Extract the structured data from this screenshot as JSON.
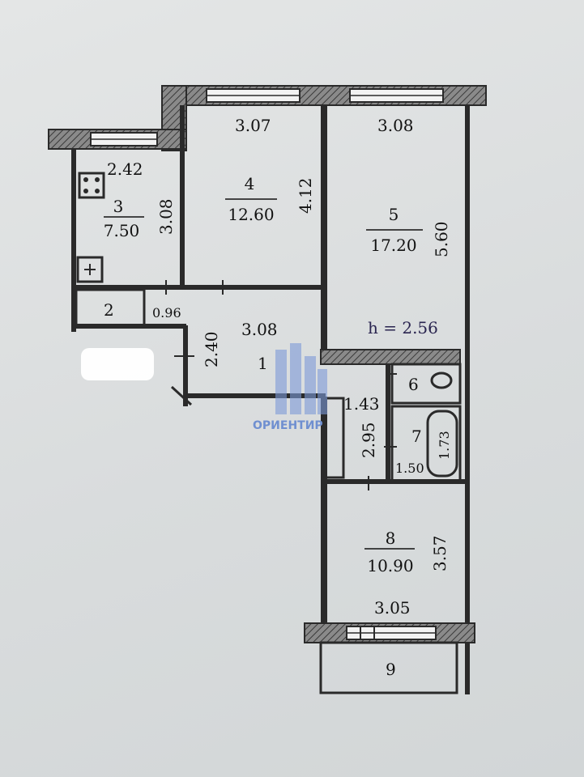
{
  "plan": {
    "ceiling_height": "h = 2.56",
    "watermark": "ОРИЕНТИР",
    "rooms": [
      {
        "id": "1",
        "number": "1",
        "area": "",
        "width": "3.08",
        "length": "2.40"
      },
      {
        "id": "2",
        "number": "2",
        "area": "",
        "width": "0.96",
        "length": ""
      },
      {
        "id": "3",
        "number": "3",
        "area": "7.50",
        "width": "2.42",
        "length": "3.08"
      },
      {
        "id": "4",
        "number": "4",
        "area": "12.60",
        "width": "3.07",
        "length": "4.12"
      },
      {
        "id": "5",
        "number": "5",
        "area": "17.20",
        "width": "3.08",
        "length": "5.60"
      },
      {
        "id": "6",
        "number": "6",
        "area": "",
        "width": "",
        "length": ""
      },
      {
        "id": "7",
        "number": "7",
        "area": "",
        "width": "1.50",
        "length": "1.73"
      },
      {
        "id": "8",
        "number": "8",
        "area": "10.90",
        "width": "3.05",
        "length": "3.57"
      },
      {
        "id": "9",
        "number": "9",
        "area": "",
        "width": "",
        "length": ""
      }
    ],
    "corridor": {
      "width": "1.43",
      "length": "2.95"
    }
  }
}
